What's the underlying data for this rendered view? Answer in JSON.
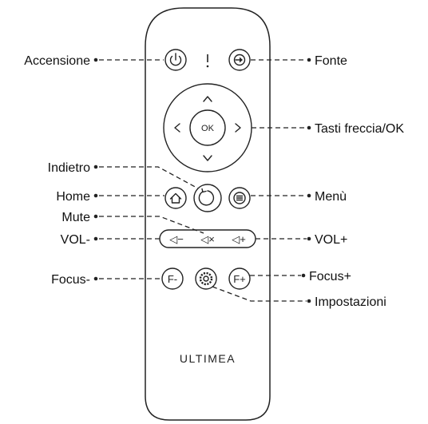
{
  "brand": "ULTIMEA",
  "buttons": {
    "ok": "OK",
    "vol_minus": "◁−",
    "mute": "◁×",
    "vol_plus": "◁+",
    "focus_minus": "F-",
    "focus_plus": "F+"
  },
  "labels": {
    "accensione": "Accensione",
    "fonte": "Fonte",
    "tasti_freccia": "Tasti freccia/OK",
    "indietro": "Indietro",
    "home": "Home",
    "menu": "Menù",
    "mute": "Mute",
    "vol_minus": "VOL-",
    "vol_plus": "VOL+",
    "focus_minus": "Focus-",
    "focus_plus": "Focus+",
    "impostazioni": "Impostazioni"
  }
}
